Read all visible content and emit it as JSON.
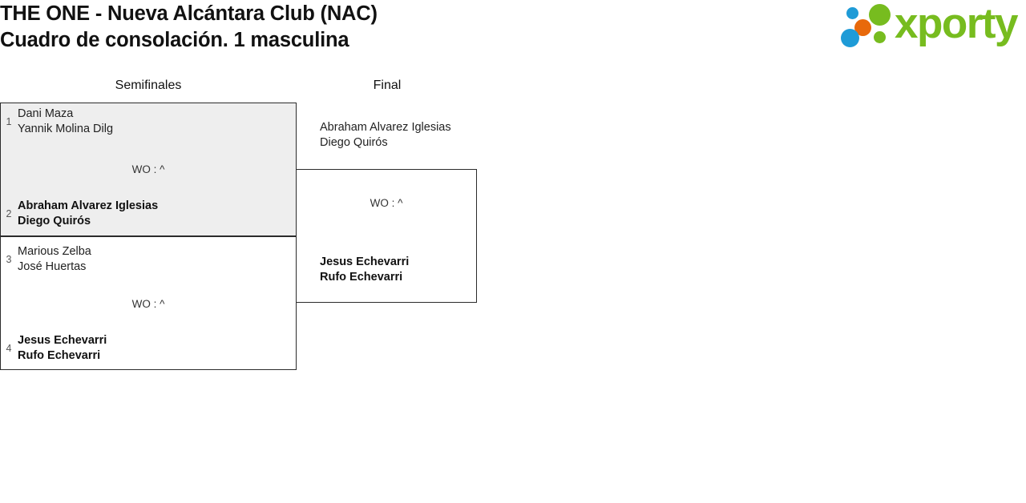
{
  "header": {
    "title_line1": "THE ONE - Nueva Alcántara Club (NAC)",
    "title_line2": "Cuadro de consolación. 1 masculina",
    "logo_word": "xporty",
    "logo_colors": {
      "green": "#77bc1f",
      "blue": "#1e9bd7",
      "orange": "#e8690b"
    }
  },
  "bracket": {
    "rounds": [
      {
        "label": "Semifinales"
      },
      {
        "label": "Final"
      }
    ],
    "matches": [
      {
        "round": 0,
        "index": 0,
        "shaded": true,
        "score": "WO : ^",
        "top": {
          "seed": "1",
          "player1": "Dani Maza",
          "player2": "Yannik Molina Dilg",
          "winner": false
        },
        "bottom": {
          "seed": "2",
          "player1": "Abraham Alvarez Iglesias",
          "player2": "Diego Quirós",
          "winner": true
        }
      },
      {
        "round": 0,
        "index": 1,
        "shaded": false,
        "score": "WO : ^",
        "top": {
          "seed": "3",
          "player1": "Marious Zelba",
          "player2": "José Huertas",
          "winner": false
        },
        "bottom": {
          "seed": "4",
          "player1": "Jesus Echevarri",
          "player2": "Rufo Echevarri",
          "winner": true
        }
      },
      {
        "round": 1,
        "index": 0,
        "shaded": false,
        "score": "WO : ^",
        "top": {
          "seed": "",
          "player1": "Abraham Alvarez Iglesias",
          "player2": "Diego Quirós",
          "winner": false
        },
        "bottom": {
          "seed": "",
          "player1": "Jesus Echevarri",
          "player2": "Rufo Echevarri",
          "winner": true
        }
      }
    ]
  }
}
